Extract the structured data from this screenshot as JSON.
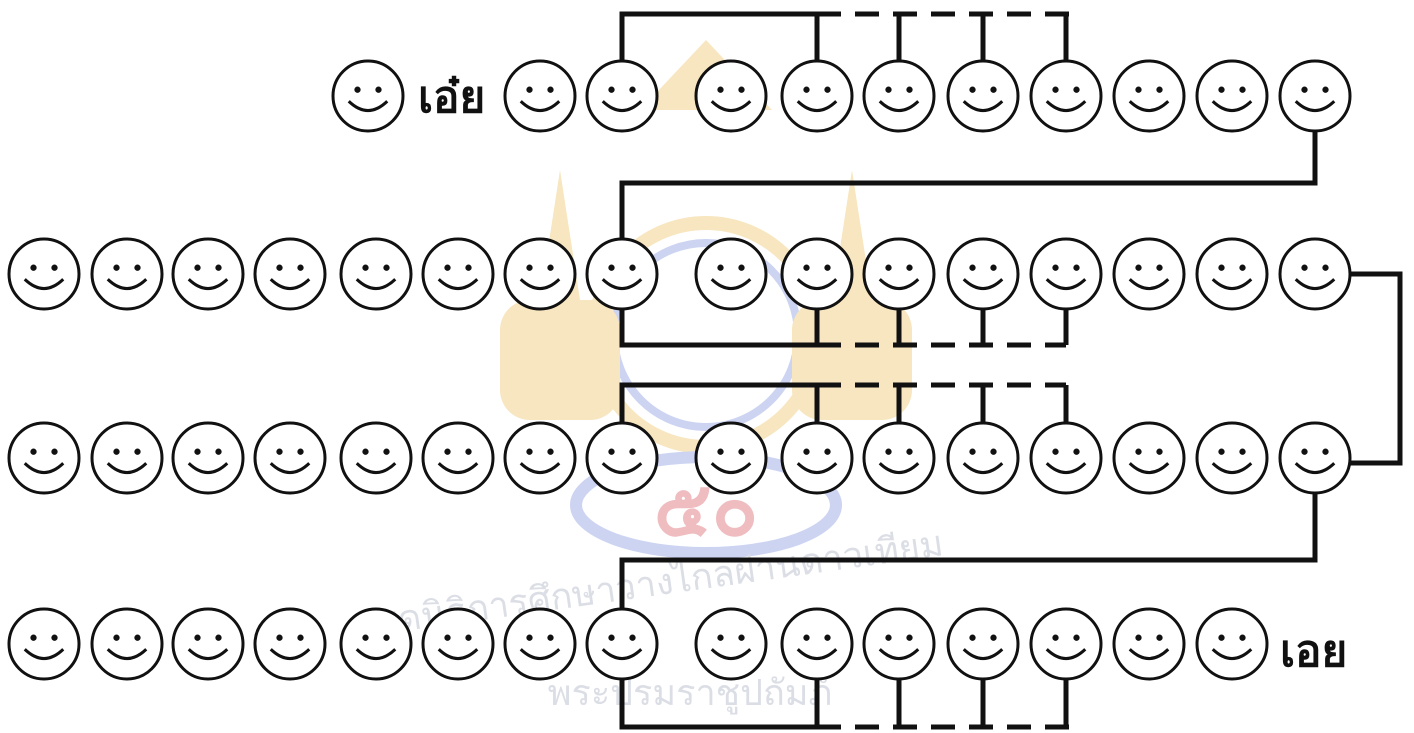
{
  "labels": {
    "start": "เอ๋ย",
    "end": "เอย"
  },
  "watermark": {
    "numeral": "๕๐",
    "arc_text": "ชุดนิธิการศึกษาวางไกลผ่านดาวเทียม",
    "bottom_text": "พระปรมราชูปถัมภ์"
  },
  "colors": {
    "ink": "#111111",
    "watermark_gold": "#e8b84a",
    "watermark_blue": "#6d83d9",
    "watermark_red": "#d2414b"
  },
  "stanza": {
    "rows": 4,
    "row_1_count": 11,
    "row_2_count": 16,
    "row_3_count": 16,
    "row_4_count": 15
  }
}
